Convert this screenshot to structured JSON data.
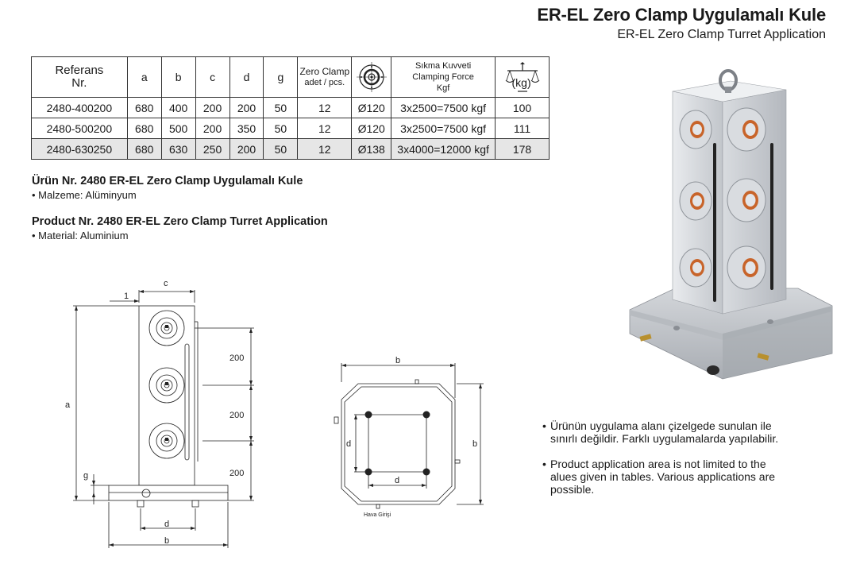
{
  "header": {
    "title_tr": "ER-EL Zero Clamp Uygulamalı Kule",
    "title_en": "ER-EL Zero Clamp Turret Application"
  },
  "table": {
    "headers": {
      "ref_line1": "Referans",
      "ref_line2": "Nr.",
      "a": "a",
      "b": "b",
      "c": "c",
      "d": "d",
      "g": "g",
      "zc_line1": "Zero Clamp",
      "zc_line2": "adet / pcs.",
      "force_line1": "Sıkma Kuvveti",
      "force_line2": "Clamping Force",
      "force_line3": "Kgf",
      "weight": "(kg)"
    },
    "icons": {
      "diameter": "clamp-diameter-icon",
      "weight": "scale-weight-icon"
    },
    "rows": [
      {
        "ref": "2480-400200",
        "a": "680",
        "b": "400",
        "c": "200",
        "d": "200",
        "g": "50",
        "pcs": "12",
        "dia": "Ø120",
        "force": "3x2500=7500 kgf",
        "kg": "100"
      },
      {
        "ref": "2480-500200",
        "a": "680",
        "b": "500",
        "c": "200",
        "d": "350",
        "g": "50",
        "pcs": "12",
        "dia": "Ø120",
        "force": "3x2500=7500 kgf",
        "kg": "111"
      },
      {
        "ref": "2480-630250",
        "a": "680",
        "b": "630",
        "c": "250",
        "d": "200",
        "g": "50",
        "pcs": "12",
        "dia": "Ø138",
        "force": "3x4000=12000 kgf",
        "kg": "178"
      }
    ]
  },
  "product_tr": {
    "title": "Ürün Nr. 2480 ER-EL Zero Clamp Uygulamalı Kule",
    "material": "•  Malzeme: Alüminyum"
  },
  "product_en": {
    "title": "Product Nr. 2480 ER-EL Zero Clamp Turret Application",
    "material": "• Material: Aluminium"
  },
  "drawing_side": {
    "label_a": "a",
    "label_c": "c",
    "label_1": "1",
    "label_g": "g",
    "label_d": "d",
    "label_b": "b",
    "spacing_1": "200",
    "spacing_2": "200",
    "spacing_3": "200"
  },
  "drawing_top": {
    "label_b_top": "b",
    "label_b_right": "b",
    "label_d_left": "d",
    "label_d_bottom": "d",
    "air_inlet": "Hava Girişi"
  },
  "notes": {
    "tr_line1": "Ürünün uygulama alanı çizelgede sunulan ile",
    "tr_line2": "sınırlı değildir. Farklı uygulamalarda yapılabilir.",
    "en_line1": "Product application area is not limited to the",
    "en_line2": "alues given in tables. Various applications are",
    "en_line3": "possible."
  },
  "colors": {
    "text": "#1a1a1a",
    "row_alt": "#e6e6e6",
    "aluminium": "#c9ccd0",
    "copper": "#c8642a"
  }
}
